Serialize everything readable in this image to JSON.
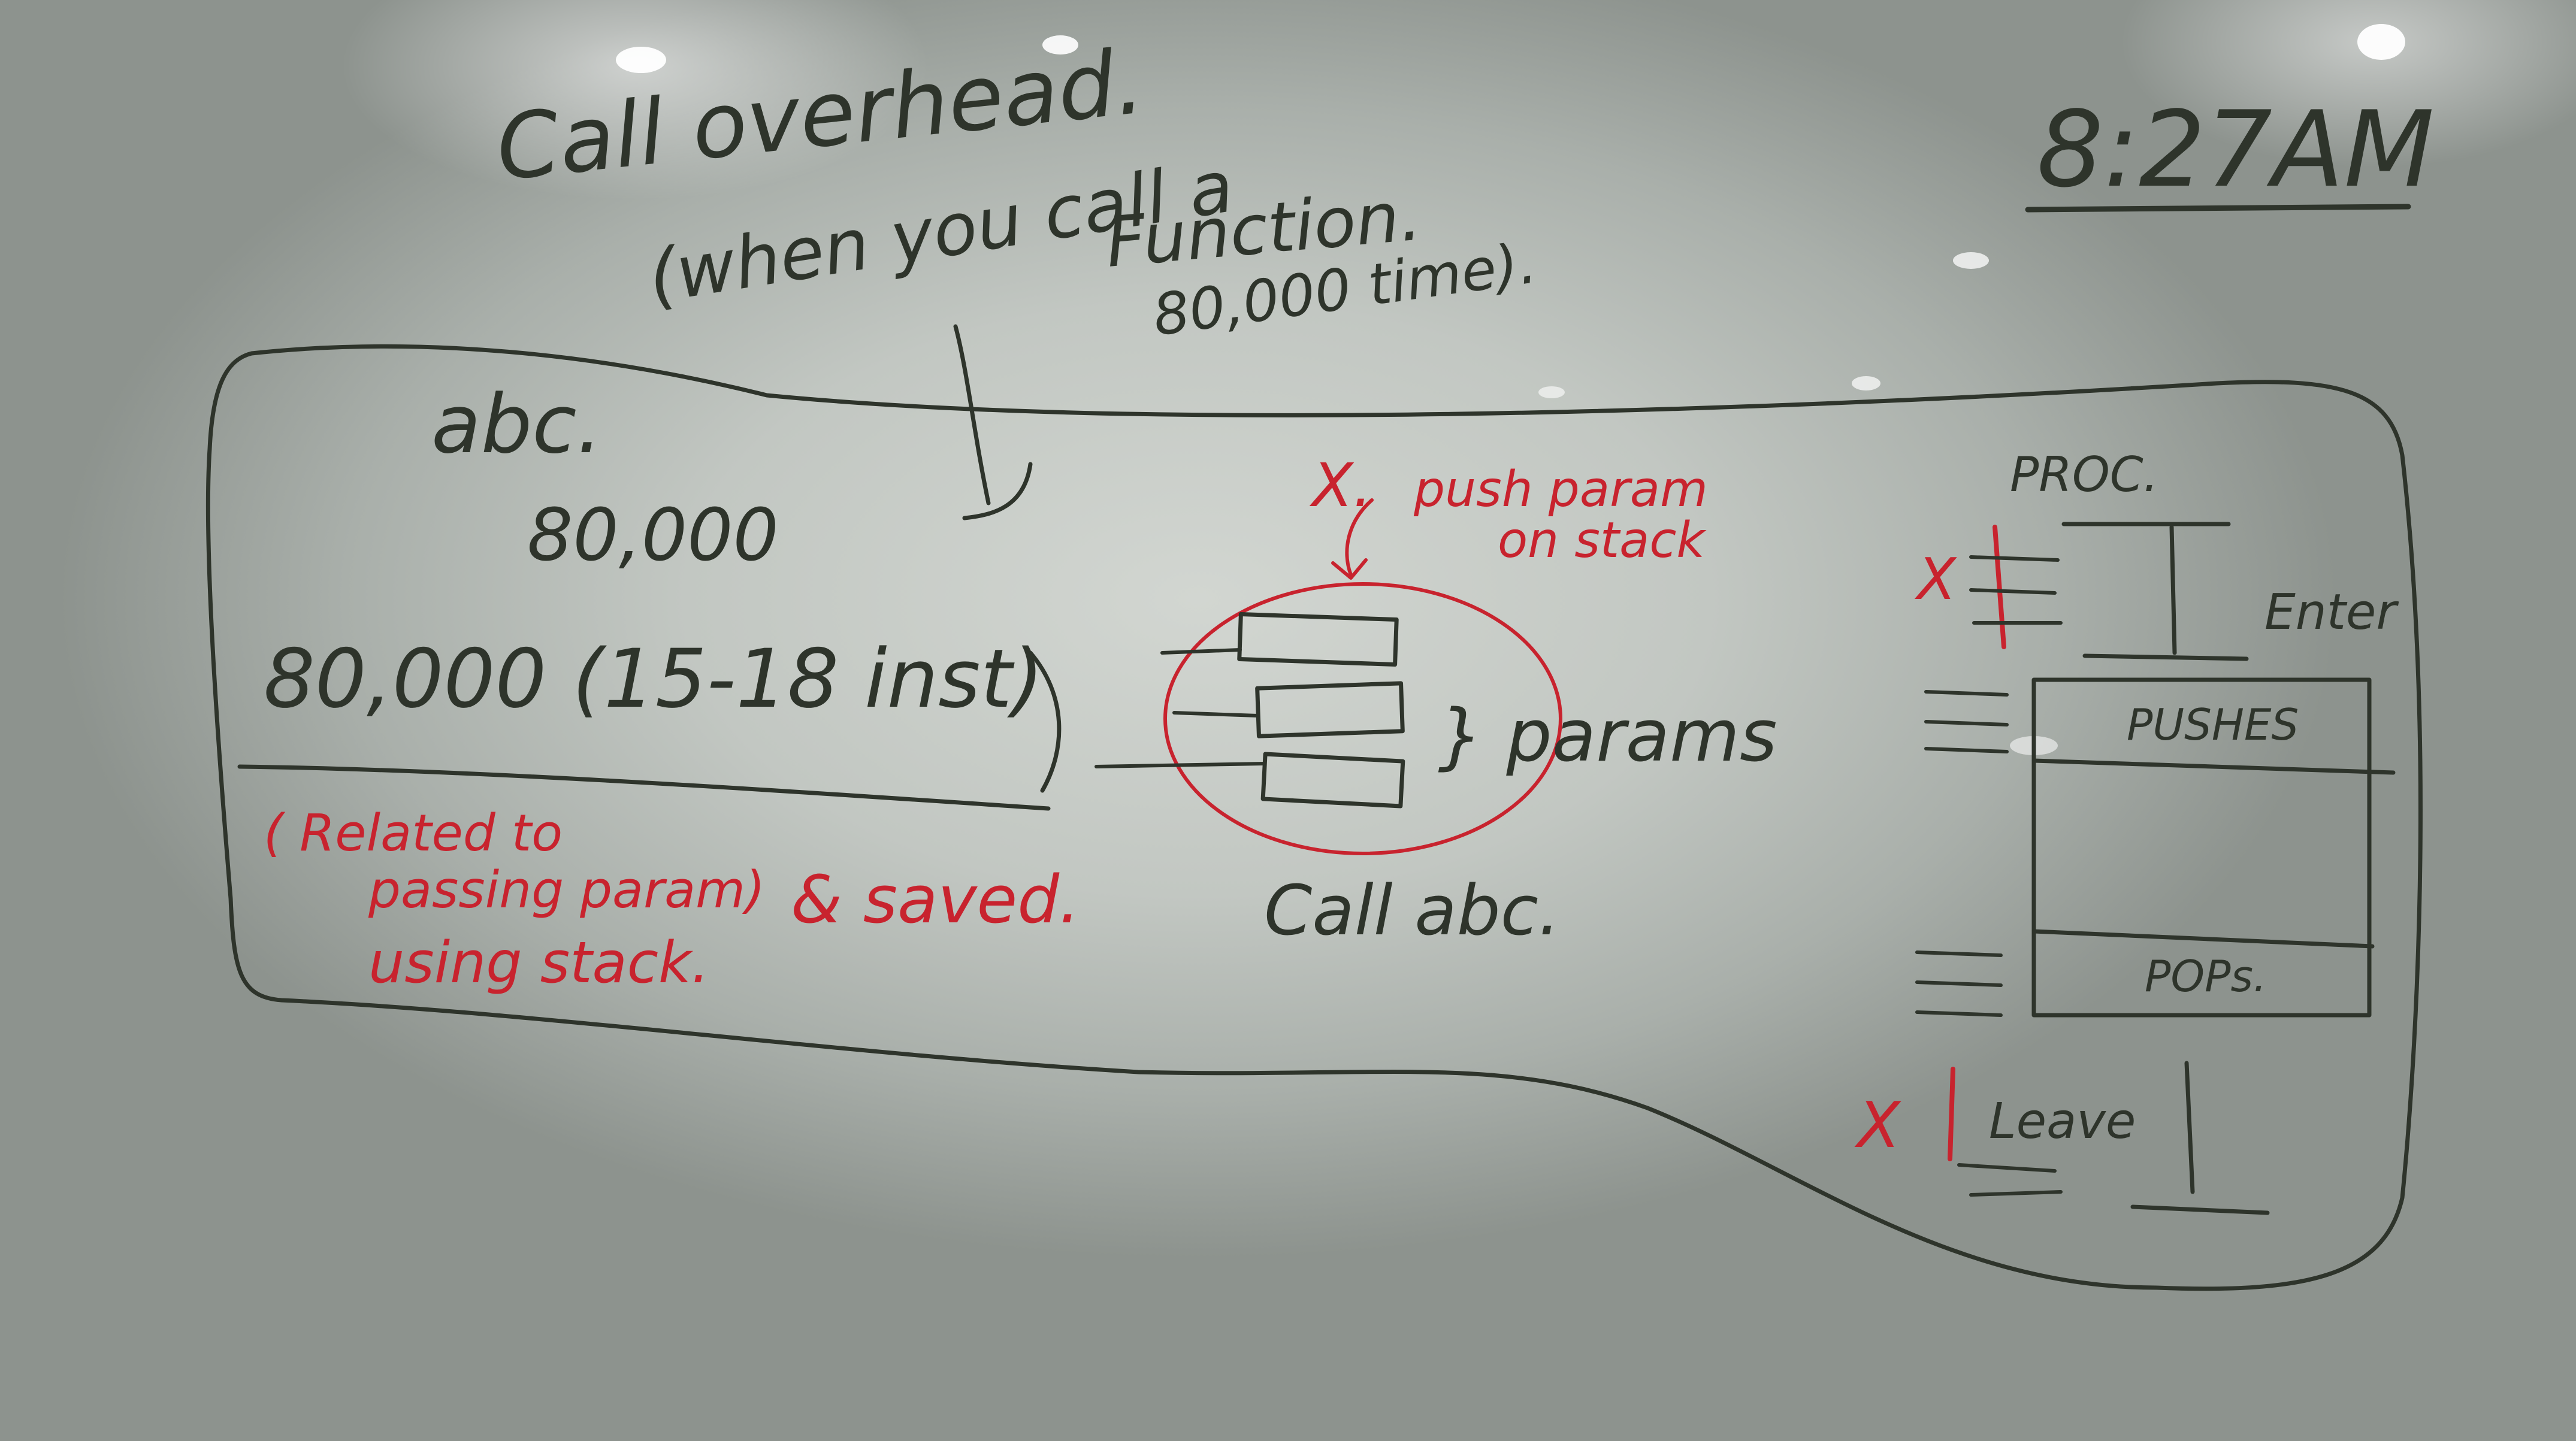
{
  "photo": "whiteboard photo of hand-drawn notes on function call overhead",
  "ink_colors": {
    "black": "#2e342b",
    "red": "#c8232e"
  },
  "header": {
    "title": "Call overhead.",
    "line1": "(when you call a",
    "line2": "Function.",
    "line3": "80,000 time)."
  },
  "clock": "8:27AM",
  "left": {
    "function_name": "abc.",
    "count": "80,000",
    "cost": "80,000 (15-18 inst)",
    "red_note_line1": "( Related to",
    "red_note_line2": "passing param)",
    "red_note_line3": "using stack.",
    "saved": "& saved."
  },
  "middle": {
    "red_x": "X.",
    "red_push_line1": "push param",
    "red_push_line2": "on stack",
    "params_label": "} params",
    "call": "Call abc."
  },
  "right": {
    "proc": "PROC.",
    "enter": "Enter",
    "pushes": "PUSHES",
    "pops": "POPs.",
    "leave": "Leave",
    "x_enter": "X",
    "x_leave": "X"
  }
}
